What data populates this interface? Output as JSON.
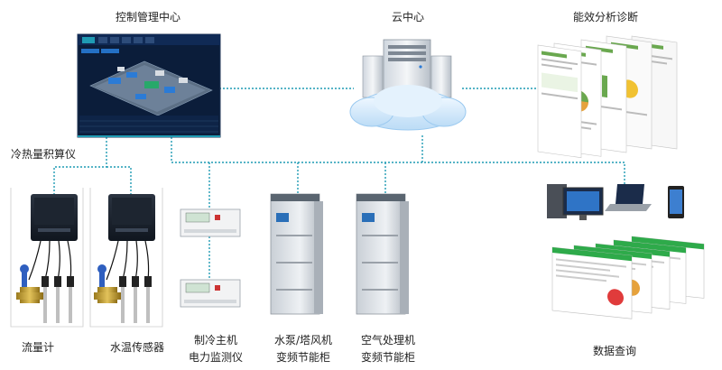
{
  "labels": {
    "control_center": "控制管理中心",
    "cloud_center": "云中心",
    "energy_analysis": "能效分析诊断",
    "heat_meter": "冷热量积算仪",
    "flowmeter": "流量计",
    "temp_sensor": "水温传感器",
    "chiller_monitor_line1": "制冷主机",
    "chiller_monitor_line2": "电力监测仪",
    "pump_cabinet_line1": "水泵/塔风机",
    "pump_cabinet_line2": "变频节能柜",
    "ahu_cabinet_line1": "空气处理机",
    "ahu_cabinet_line2": "变频节能柜",
    "data_query": "数据查询"
  },
  "colors": {
    "connector": "#1f9bb4",
    "scada_bg": "#0b1d3a",
    "cloud": "#d7ecfb",
    "cabinet": "#d9dde2"
  },
  "icons": {
    "control_center": "scada-monitor-icon",
    "cloud": "cloud-server-icon",
    "report": "report-pages-icon",
    "heat_meter": "heat-meter-icon",
    "flowmeter": "flowmeter-icon",
    "temp_sensor": "temperature-sensor-icon",
    "power_meter": "power-meter-icon",
    "cabinet": "vfd-cabinet-icon",
    "devices": "devices-icon",
    "query": "query-screens-icon"
  }
}
